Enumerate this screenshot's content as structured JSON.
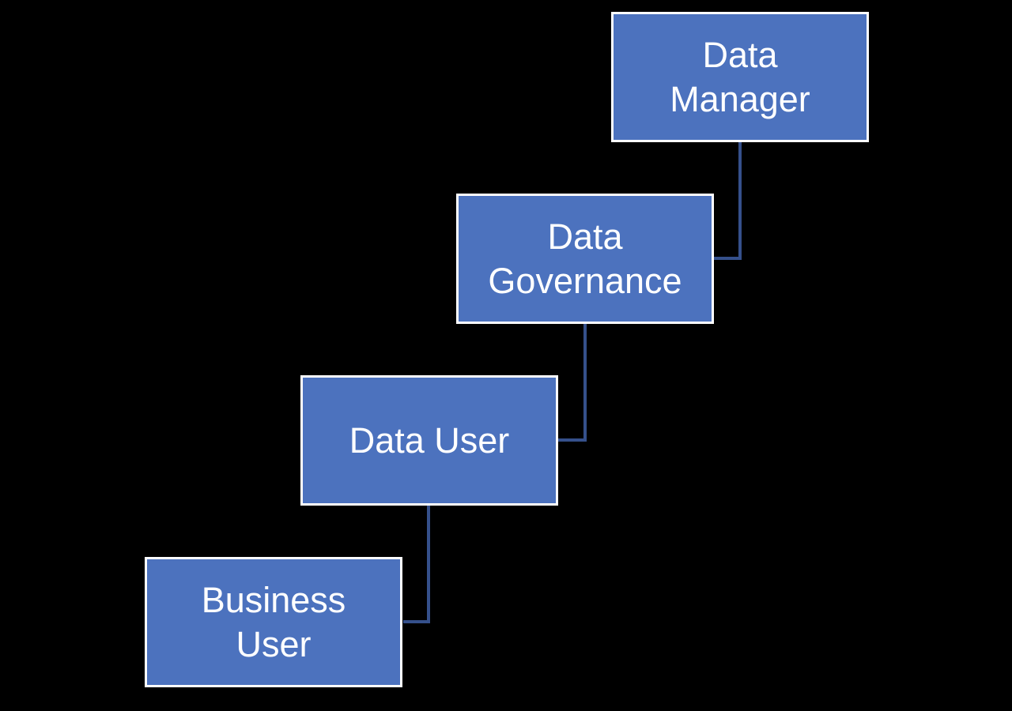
{
  "diagram": {
    "background_color": "#000000",
    "node_fill_color": "#4C72BE",
    "node_border_color": "#FFFFFF",
    "node_text_color": "#FFFFFF",
    "connector_color": "#35508B",
    "nodes": [
      {
        "id": "data-manager",
        "label": "Data Manager",
        "lines": [
          "Data",
          "Manager"
        ]
      },
      {
        "id": "data-governance",
        "label": "Data Governance",
        "lines": [
          "Data",
          "Governance"
        ]
      },
      {
        "id": "data-user",
        "label": "Data User",
        "lines": [
          "Data User"
        ]
      },
      {
        "id": "business-user",
        "label": "Business User",
        "lines": [
          "Business",
          "User"
        ]
      }
    ],
    "connections": [
      {
        "from": "Data Manager",
        "to": "Data Governance"
      },
      {
        "from": "Data Governance",
        "to": "Data User"
      },
      {
        "from": "Data User",
        "to": "Business User"
      }
    ]
  }
}
